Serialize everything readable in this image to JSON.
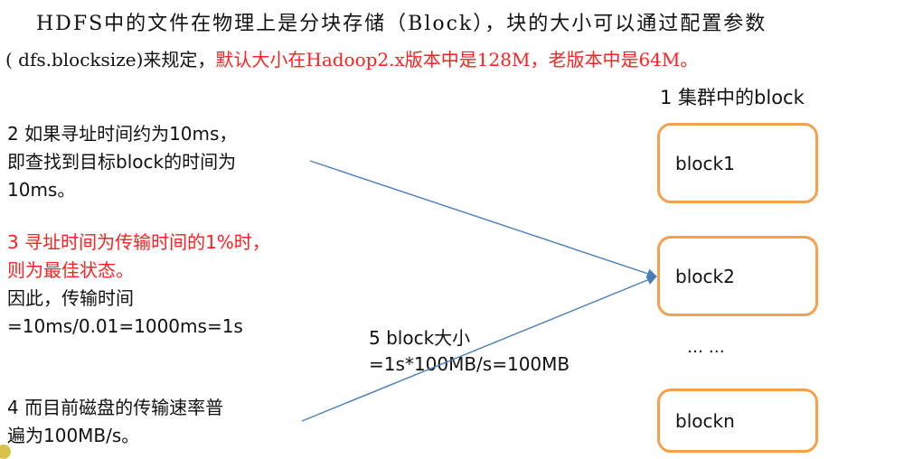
{
  "intro": {
    "line1": "HDFS中的文件在物理上是分块存储（Block），块的大小可以通过配置参数",
    "line2_black": "( dfs.blocksize)来规定，",
    "line2_red": "默认大小在Hadoop2.x版本中是128M，老版本中是64M。"
  },
  "cluster": {
    "title": "1 集群中的block",
    "blocks": [
      "block1",
      "block2",
      "blockn"
    ],
    "ellipsis": "… …"
  },
  "notes": {
    "note2": [
      "2 如果寻址时间约为10ms，",
      "即查找到目标block的时间为",
      "10ms。"
    ],
    "note3": {
      "red_lines": [
        "3 寻址时间为传输时间的1%时，",
        "则为最佳状态。"
      ],
      "lines": [
        "因此，传输时间",
        "=10ms/0.01=1000ms=1s"
      ]
    },
    "note4": [
      "4 而目前磁盘的传输速率普",
      "遍为100MB/s。"
    ],
    "note5": [
      "5 block大小",
      "=1s*100MB/s=100MB"
    ]
  },
  "colors": {
    "accent_red": "#ff2020",
    "block_border": "#f5a04a",
    "arrow": "#4a7ebb"
  }
}
